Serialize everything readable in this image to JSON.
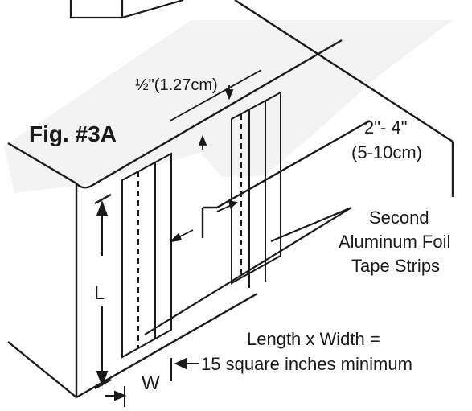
{
  "figure": {
    "title": "Fig. #3A",
    "half_inch_label": "½\"(1.27cm)",
    "gap_label_line1": "2\"- 4\"",
    "gap_label_line2": "(5-10cm)",
    "strips_label_line1": "Second",
    "strips_label_line2": "Aluminum Foil",
    "strips_label_line3": "Tape Strips",
    "length_label": "L",
    "width_label": "W",
    "formula_line1": "Length x Width =",
    "formula_line2": "15 square inches minimum"
  },
  "colors": {
    "ink": "#1a1a1a",
    "box_shading": "#f3f3f3",
    "background": "#ffffff"
  }
}
